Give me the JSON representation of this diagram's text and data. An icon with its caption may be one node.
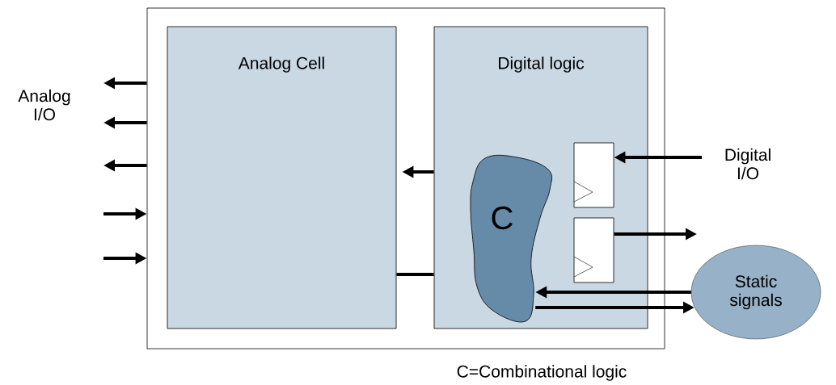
{
  "diagram": {
    "caption": "C=Combinational logic",
    "nodes": [
      {
        "text": [],
        "shape": "box"
      },
      {
        "text": [
          "Analog Cell"
        ],
        "in": 0
      },
      {
        "text": [
          "Digital logic"
        ],
        "in": 0
      },
      {
        "text": [
          "C"
        ],
        "in": 2
      },
      {
        "text": [],
        "shape": "box",
        "in": 2
      },
      {
        "text": [],
        "shape": "box",
        "in": 2
      },
      {
        "text": [
          "Static signals"
        ]
      }
    ],
    "edges": [
      {
        "from": 0,
        "to": null,
        "arrow": "to"
      },
      {
        "from": 0,
        "to": null,
        "arrow": "to"
      },
      {
        "from": 0,
        "to": null,
        "arrow": "to"
      },
      {
        "from": null,
        "to": 0,
        "arrow": "to"
      },
      {
        "from": null,
        "to": 0,
        "arrow": "to"
      },
      {
        "from": 2,
        "to": 1,
        "arrow": "to"
      },
      {
        "from": 1,
        "to": 2,
        "arrow": "none"
      },
      {
        "from": null,
        "to": 4,
        "arrow": "to"
      },
      {
        "from": 5,
        "to": null,
        "arrow": "to"
      },
      {
        "from": 6,
        "to": 3,
        "arrow": "to"
      },
      {
        "from": 3,
        "to": 6,
        "arrow": "to"
      }
    ],
    "labels": [
      "Analog I/O",
      "Digital I/O"
    ]
  }
}
